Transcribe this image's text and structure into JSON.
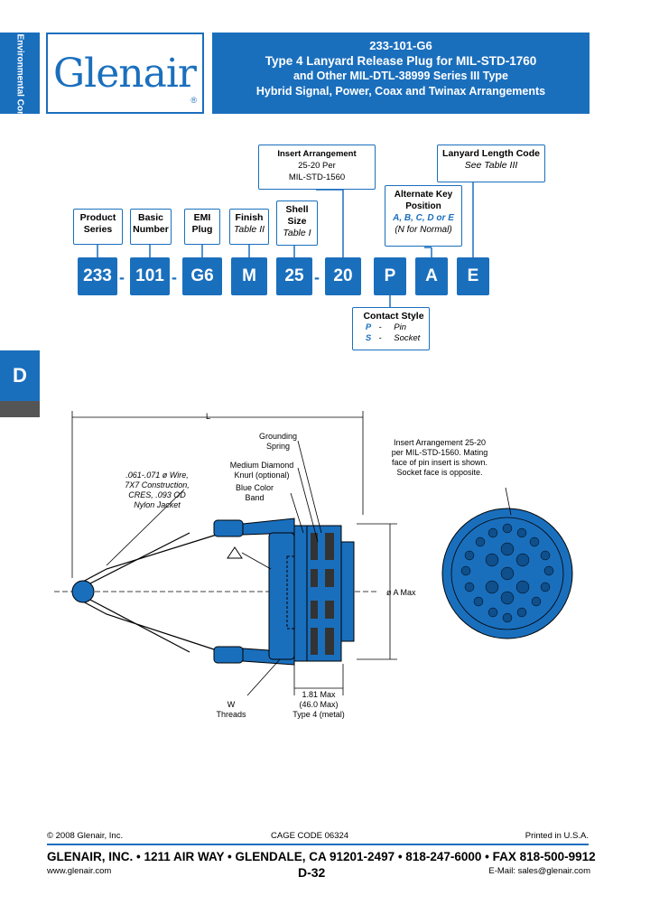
{
  "side_tab": "Environmental Connectors",
  "logo": {
    "text": "Glenair",
    "mark": "®"
  },
  "title": {
    "line1": "233-101-G6",
    "line2": "Type 4 Lanyard Release Plug for MIL-STD-1760",
    "line3": "and Other MIL-DTL-38999 Series III Type",
    "line4": "Hybrid Signal, Power, Coax and Twinax Arrangements"
  },
  "labels": {
    "product_series": [
      "Product",
      "Series"
    ],
    "basic_number": [
      "Basic",
      "Number"
    ],
    "emi_plug": [
      "EMI",
      "Plug"
    ],
    "finish": {
      "title": "Finish",
      "sub": "Table II"
    },
    "shell_size": {
      "title": "Shell Size",
      "sub": "Table I"
    },
    "insert_arrangement": {
      "title": "Insert Arrangement",
      "sub1": "25-20 Per",
      "sub2": "MIL-STD-1560"
    },
    "alternate_key": {
      "title": "Alternate Key Position",
      "sub1": "A, B, C, D or E",
      "sub2": "(N for Normal)"
    },
    "lanyard_length": {
      "title": "Lanyard Length Code",
      "sub": "See Table III"
    },
    "contact_style": {
      "title": "Contact Style",
      "p": "P",
      "p_desc": "Pin",
      "s": "S",
      "s_desc": "Socket",
      "dash": "-"
    }
  },
  "part_number": [
    "233",
    "101",
    "G6",
    "M",
    "25",
    "20",
    "P",
    "A",
    "E"
  ],
  "dash": "-",
  "section_tab": "D",
  "drawing": {
    "dim_l": "L",
    "wire_note": [
      ".061-.071 ø Wire,",
      "7X7 Construction,",
      "CRES, .093 OD",
      "Nylon Jacket"
    ],
    "grounding_spring": [
      "Grounding",
      "Spring"
    ],
    "knurl": [
      "Medium Diamond",
      "Knurl (optional)"
    ],
    "color_band": [
      "Blue Color",
      "Band"
    ],
    "dia_a": "ø A Max",
    "max_len": [
      "1.81 Max",
      "(46.0 Max)",
      "Type 4 (metal)"
    ],
    "threads": [
      "W",
      "Threads"
    ],
    "insert_note": [
      "Insert Arrangement 25-20",
      "per MIL-STD-1560. Mating",
      "face of pin insert is shown.",
      "Socket face is opposite."
    ]
  },
  "footer": {
    "copyright": "© 2008 Glenair, Inc.",
    "cage": "CAGE CODE 06324",
    "printed": "Printed in U.S.A.",
    "address": "GLENAIR, INC. • 1211 AIR WAY • GLENDALE, CA 91201-2497 • 818-247-6000 • FAX 818-500-9912",
    "web": "www.glenair.com",
    "page": "D-32",
    "email": "E-Mail:  sales@glenair.com"
  },
  "colors": {
    "brand": "#1a6fbd",
    "dark": "#555555"
  }
}
